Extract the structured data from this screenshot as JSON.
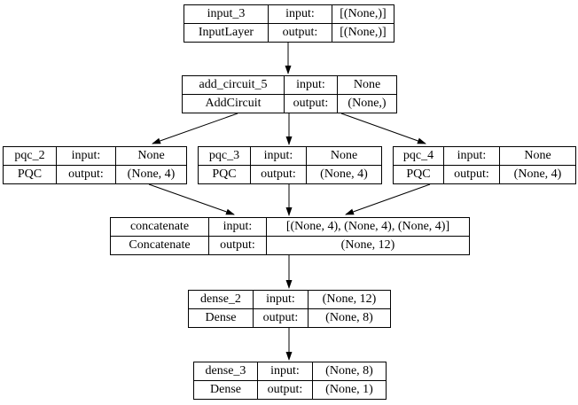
{
  "background_color": "#ffffff",
  "line_color": "#000000",
  "labels": {
    "input": "input:",
    "output": "output:"
  },
  "nodes": [
    {
      "name": "input_3",
      "type": "InputLayer",
      "input_shape": "[(None,)]",
      "output_shape": "[(None,)]"
    },
    {
      "name": "add_circuit_5",
      "type": "AddCircuit",
      "input_shape": "None",
      "output_shape": "(None,)"
    },
    {
      "name": "pqc_2",
      "type": "PQC",
      "input_shape": "None",
      "output_shape": "(None, 4)"
    },
    {
      "name": "pqc_3",
      "type": "PQC",
      "input_shape": "None",
      "output_shape": "(None, 4)"
    },
    {
      "name": "pqc_4",
      "type": "PQC",
      "input_shape": "None",
      "output_shape": "(None, 4)"
    },
    {
      "name": "concatenate",
      "type": "Concatenate",
      "input_shape": "[(None, 4), (None, 4), (None, 4)]",
      "output_shape": "(None, 12)"
    },
    {
      "name": "dense_2",
      "type": "Dense",
      "input_shape": "(None, 12)",
      "output_shape": "(None, 8)"
    },
    {
      "name": "dense_3",
      "type": "Dense",
      "input_shape": "(None, 8)",
      "output_shape": "(None, 1)"
    }
  ],
  "edges": [
    {
      "from": "input_3",
      "to": "add_circuit_5"
    },
    {
      "from": "add_circuit_5",
      "to": "pqc_2"
    },
    {
      "from": "add_circuit_5",
      "to": "pqc_3"
    },
    {
      "from": "add_circuit_5",
      "to": "pqc_4"
    },
    {
      "from": "pqc_2",
      "to": "concatenate"
    },
    {
      "from": "pqc_3",
      "to": "concatenate"
    },
    {
      "from": "pqc_4",
      "to": "concatenate"
    },
    {
      "from": "concatenate",
      "to": "dense_2"
    },
    {
      "from": "dense_2",
      "to": "dense_3"
    }
  ]
}
